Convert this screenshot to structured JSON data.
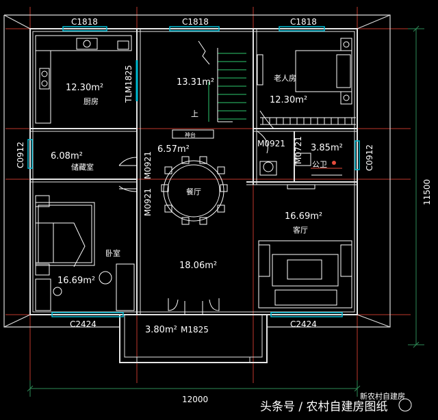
{
  "colors": {
    "background": "#000000",
    "wall": "#e6e6e6",
    "furniture": "#ffffff",
    "grid": "#c0392b",
    "dimension": "#2e8b57",
    "window": "#00bcd4",
    "stair": "#2ecc71",
    "accent": "#e74c3c"
  },
  "rooms": {
    "kitchen": {
      "area": "12.30m²",
      "name": "厨房"
    },
    "stair": {
      "area": "13.31m²",
      "label": "上"
    },
    "elder": {
      "area": "12.30m²",
      "name": "老人房"
    },
    "storage": {
      "area": "6.08m²",
      "name": "储藏室"
    },
    "dining": {
      "area": "6.57m²",
      "name": "餐厅"
    },
    "bath": {
      "area": "3.85m²",
      "name": "公卫"
    },
    "living": {
      "area": "16.69m²",
      "name": "客厅"
    },
    "bedroom": {
      "area": "16.69m²",
      "name": "卧室"
    },
    "hall": {
      "area": "18.06m²"
    },
    "porch": {
      "area": "3.80m²"
    },
    "altar": {
      "name": "神台"
    }
  },
  "windows": {
    "top_left": "C1818",
    "top_mid": "C1818",
    "top_right": "C1818",
    "left": "C0912",
    "right": "C0912",
    "bottom_left": "C2424",
    "bottom_right": "C2424"
  },
  "doors": {
    "kitchen_side": "TLM1825",
    "storage": "M0921",
    "bedroom": "M0921",
    "elder": "M0921",
    "bath": "M0721",
    "main": "M1825"
  },
  "dimensions": {
    "width": "12000",
    "height": "11500"
  },
  "watermark": "头条号 / 农村自建房图纸",
  "watermark_logo": "新农村自建房"
}
